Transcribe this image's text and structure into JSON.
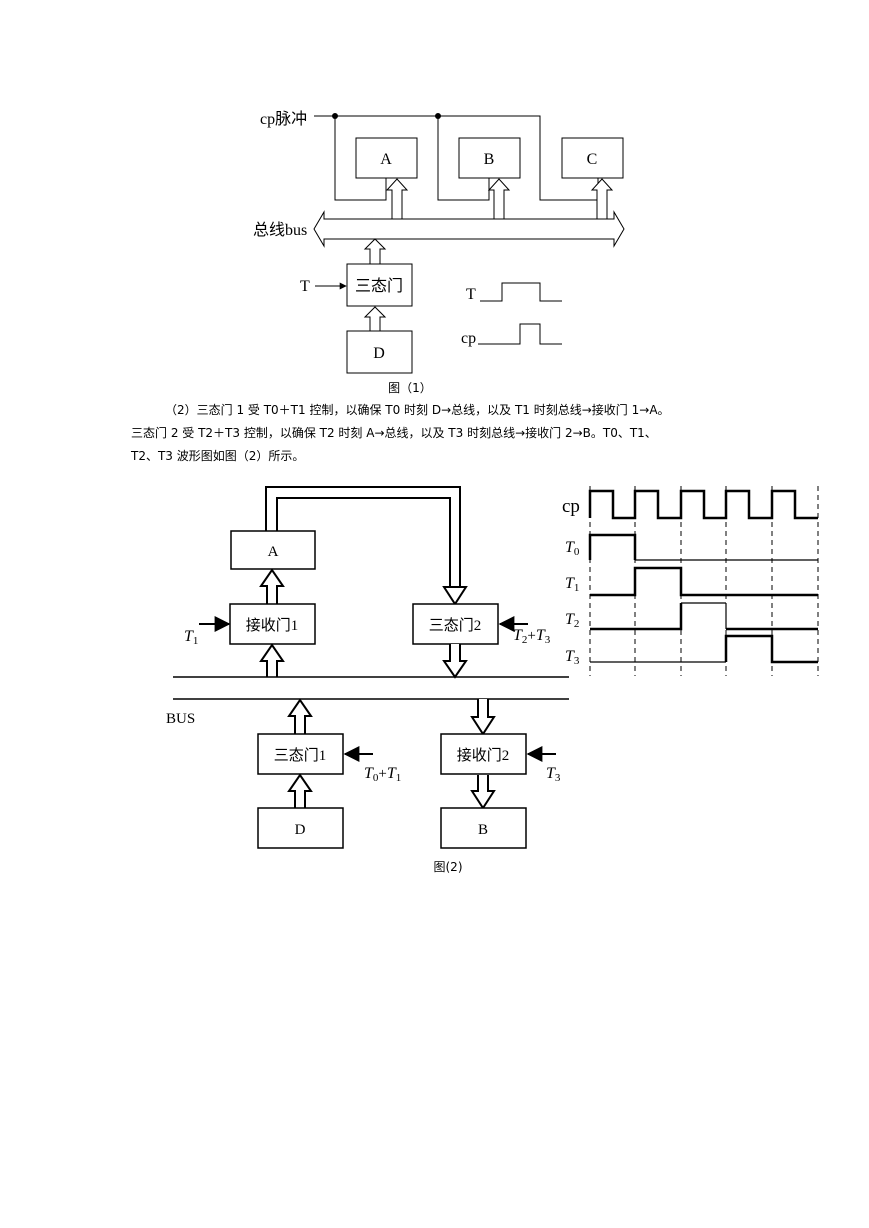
{
  "figure1": {
    "cp_label": "cp脉冲",
    "registers": [
      "A",
      "B",
      "C"
    ],
    "bus_label": "总线bus",
    "t_label": "T",
    "tristate_label": "三态门",
    "d_label": "D",
    "wave_t_label": "T",
    "wave_cp_label": "cp",
    "caption": "图（1）"
  },
  "paragraph": {
    "line1": "（2）三态门 1 受 T0＋T1 控制，以确保 T0 时刻 D→总线，以及 T1 时刻总线→接收门 1→A。",
    "line2": "三态门 2 受 T2＋T3 控制，以确保 T2 时刻 A→总线，以及 T3 时刻总线→接收门 2→B。T0、T1、",
    "line3": "T2、T3 波形图如图（2）所示。"
  },
  "figure2": {
    "reg_a": "A",
    "recv1": "接收门1",
    "tri2": "三态门2",
    "bus_label": "BUS",
    "tri1": "三态门1",
    "recv2": "接收门2",
    "reg_d": "D",
    "reg_b": "B",
    "ctl_recv1": {
      "main": "T",
      "sub": "1"
    },
    "ctl_tri2": {
      "a_main": "T",
      "a_sub": "2",
      "plus": "+",
      "b_main": "T",
      "b_sub": "3"
    },
    "ctl_tri1": {
      "a_main": "T",
      "a_sub": "0",
      "plus": "+",
      "b_main": "T",
      "b_sub": "1"
    },
    "ctl_recv2": {
      "main": "T",
      "sub": "3"
    },
    "caption": "图(2)"
  },
  "timing": {
    "cp_label": "cp",
    "signals": [
      {
        "main": "T",
        "sub": "0"
      },
      {
        "main": "T",
        "sub": "1"
      },
      {
        "main": "T",
        "sub": "2"
      },
      {
        "main": "T",
        "sub": "3"
      }
    ]
  }
}
